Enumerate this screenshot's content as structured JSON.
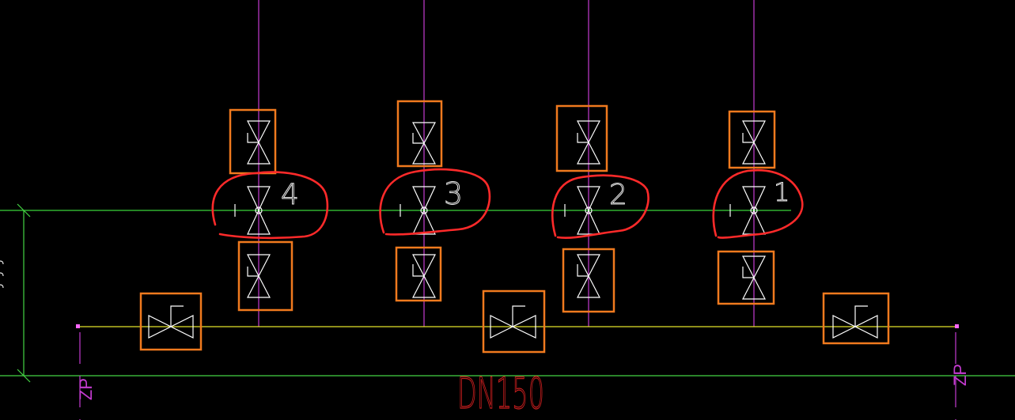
{
  "drawing": {
    "background": "#000000",
    "colors": {
      "vertical_pipe": "#c43bd0",
      "horizontal_pipe_upper": "#3bd43b",
      "horizontal_pipe_lower": "#e4e42a",
      "bottom_line": "#44d444",
      "valve_symbol": "#ffffff",
      "highlight_box": "#f07a1e",
      "red_markup": "#ff2a2a",
      "dn_text": "#c81e1e",
      "zp_text": "#c43bd0"
    },
    "risers": [
      {
        "number_label": "4"
      },
      {
        "number_label": "3"
      },
      {
        "number_label": "2"
      },
      {
        "number_label": "1"
      }
    ],
    "pipe_size_label": "DN150",
    "left_zp_label": "ZP",
    "right_zp_label": "ZP"
  }
}
